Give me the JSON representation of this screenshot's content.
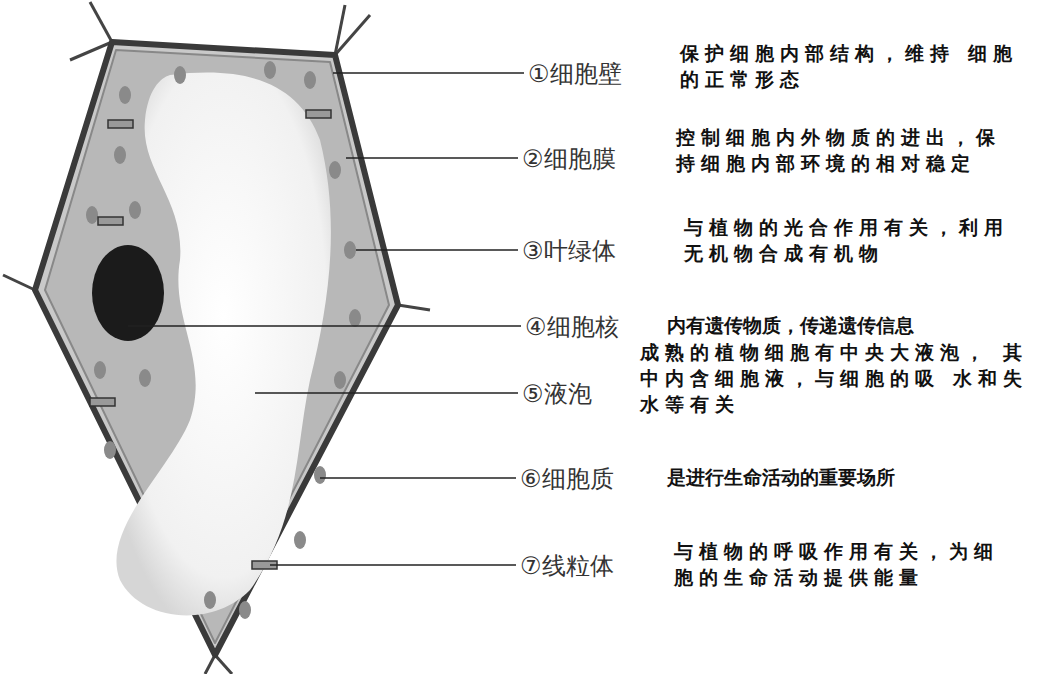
{
  "diagram": {
    "labels": [
      "①细胞壁",
      "保护细胞内部结构，维持 细胞的正常形态",
      "②细胞膜",
      "控制细胞内外物质的进出，保 持细胞内部环境的相对稳定",
      "③叶绿体",
      "与植物的光合作用有关，利用 无机物合成有机物",
      "④细胞核",
      "内有遗传物质，传递遗传信息",
      "成熟的植物细胞有中央大液泡， 其中内含细胞液，与细胞的吸 水和失水等有关",
      "⑤液泡",
      "⑥细胞质",
      "是进行生命活动的重要场所",
      "⑦线粒体",
      "与植物的呼吸作用有关，为细 胞的生命活动提供能量"
    ]
  }
}
